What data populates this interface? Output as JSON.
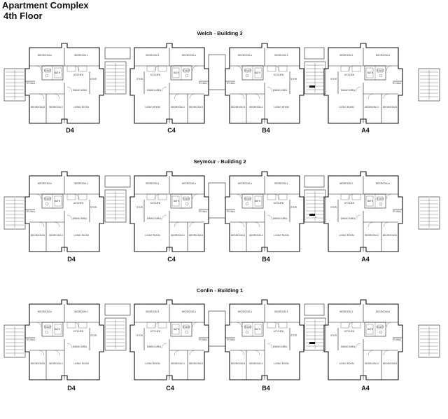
{
  "title": {
    "line1": "Apartment Complex",
    "line2": "4th Floor"
  },
  "buildings": [
    {
      "name": "Welch - Building 3",
      "units": [
        "D4",
        "C4",
        "B4",
        "A4"
      ]
    },
    {
      "name": "Seymour - Building 2",
      "units": [
        "D4",
        "C4",
        "B4",
        "A4"
      ]
    },
    {
      "name": "Conlin - Building 1",
      "units": [
        "D4",
        "C4",
        "B4",
        "A4"
      ]
    }
  ],
  "room_labels": {
    "bedroom_a": "BEDROOM-A",
    "bedroom_b": "BEDROOM-B",
    "bedroom_1": "BEDROOM-1",
    "bedroom_2": "BEDROOM-2",
    "bedroom_3": "BEDROOM-3",
    "kitchen": "KITCHEN",
    "dining": "DINING AREA",
    "living": "LIVING ROOM",
    "toilet": "TOILET",
    "bath": "BATH",
    "stor": "STOR.",
    "tr_hall": "TR.HALL"
  }
}
